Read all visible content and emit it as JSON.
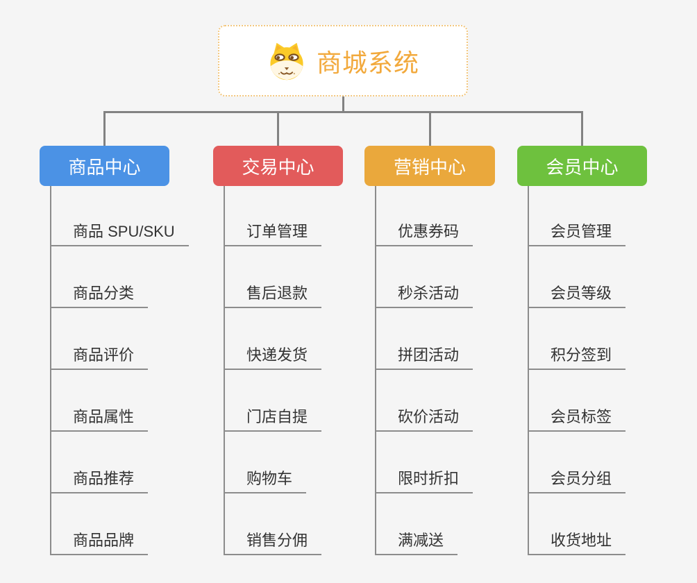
{
  "page": {
    "background_color": "#f5f5f5",
    "connector_color": "#828282",
    "child_line_color": "#8c8c8c"
  },
  "root": {
    "title": "商城系统",
    "icon": "dog-face-icon",
    "text_color": "#f2a93c",
    "border_color": "#f3c77e"
  },
  "branches": [
    {
      "label": "商品中心",
      "color": "#4b92e5",
      "children": [
        "商品 SPU/SKU",
        "商品分类",
        "商品评价",
        "商品属性",
        "商品推荐",
        "商品品牌"
      ]
    },
    {
      "label": "交易中心",
      "color": "#e25b5b",
      "children": [
        "订单管理",
        "售后退款",
        "快递发货",
        "门店自提",
        "购物车",
        "销售分佣"
      ]
    },
    {
      "label": "营销中心",
      "color": "#eaa83c",
      "children": [
        "优惠券码",
        "秒杀活动",
        "拼团活动",
        "砍价活动",
        "限时折扣",
        "满减送"
      ]
    },
    {
      "label": "会员中心",
      "color": "#6ec13e",
      "children": [
        "会员管理",
        "会员等级",
        "积分签到",
        "会员标签",
        "会员分组",
        "收货地址"
      ]
    }
  ]
}
